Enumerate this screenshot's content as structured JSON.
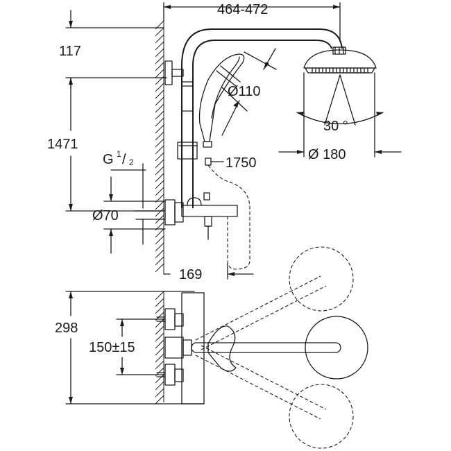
{
  "dimensions": {
    "arm_reach": "464-472",
    "top_offset": "117",
    "handshower_to_outlet": "1471",
    "thread_g": "G",
    "thread_num": "1",
    "thread_den": "2",
    "flange_dia": "Ø70",
    "handshower_dia": "Ø110",
    "spray_angle": "30 °",
    "headshower_dia": "Ø 180",
    "hose_length": "1750",
    "spout_projection": "169",
    "body_height": "298",
    "connection_spacing": "150±15"
  }
}
